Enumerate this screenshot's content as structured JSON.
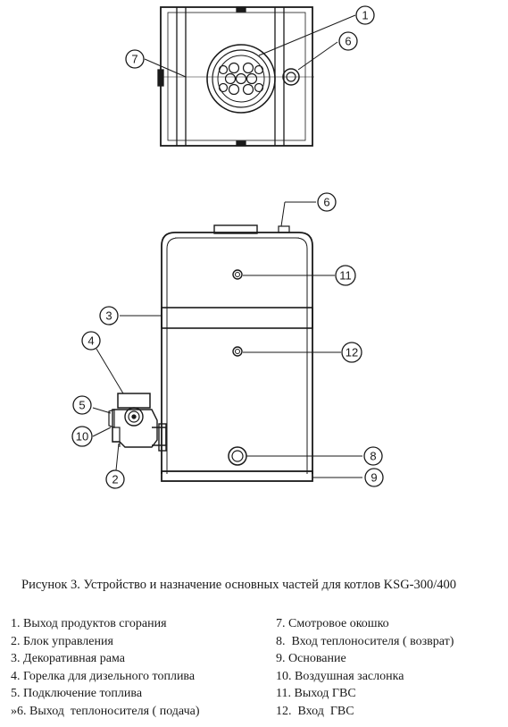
{
  "callouts": [
    {
      "id": "c1",
      "label": "1"
    },
    {
      "id": "c6t",
      "label": "6"
    },
    {
      "id": "c7",
      "label": "7"
    },
    {
      "id": "c6f",
      "label": "6"
    },
    {
      "id": "c11",
      "label": "11"
    },
    {
      "id": "c3",
      "label": "3"
    },
    {
      "id": "c4",
      "label": "4"
    },
    {
      "id": "c12",
      "label": "12"
    },
    {
      "id": "c5",
      "label": "5"
    },
    {
      "id": "c10",
      "label": "10"
    },
    {
      "id": "c8",
      "label": "8"
    },
    {
      "id": "c9",
      "label": "9"
    },
    {
      "id": "c2",
      "label": "2"
    }
  ],
  "caption": "Рисунок 3. Устройство и назначение основных частей для котлов KSG-300/400",
  "legend_left": [
    "1. Выход продуктов сгорания",
    "2. Блок управления",
    "3. Декоративная рама",
    "4. Горелка для дизельного топлива",
    "5. Подключение топлива",
    "»6. Выход  теплоносителя ( подача)"
  ],
  "legend_right": [
    "7. Смотровое окошко",
    "8.  Вход теплоносителя ( возврат)",
    "9. Основание",
    "10. Воздушная заслонка",
    "11. Выход ГВС",
    "12.  Вход  ГВС"
  ],
  "colors": {
    "line": "#1a1a1a",
    "background": "#ffffff"
  }
}
